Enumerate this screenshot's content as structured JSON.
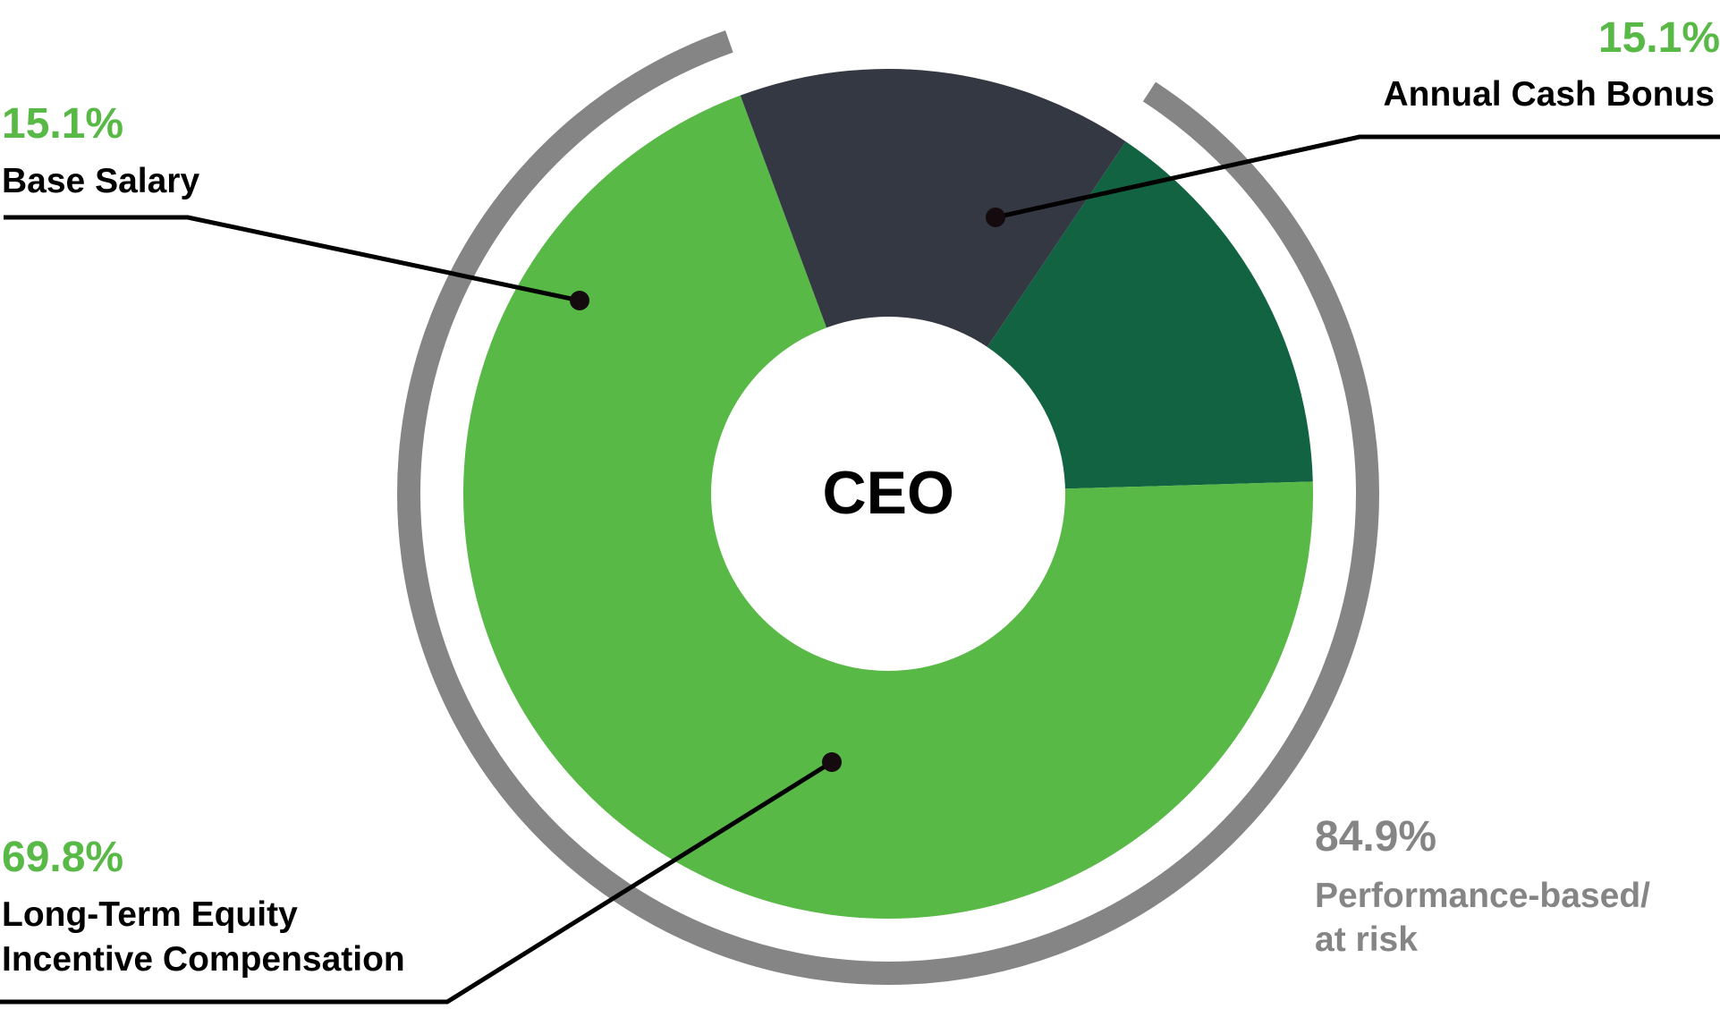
{
  "chart_data": {
    "type": "pie",
    "center_label": "CEO",
    "slices": [
      {
        "label": "Annual Cash Bonus",
        "value": 15.1,
        "value_label": "15.1%",
        "color": "#116341"
      },
      {
        "label": "Long-Term Equity Incentive Compensation",
        "label_lines": [
          "Long-Term Equity",
          "Incentive Compensation"
        ],
        "value": 69.8,
        "value_label": "69.8%",
        "color": "#58b947"
      },
      {
        "label": "Base Salary",
        "value": 15.1,
        "value_label": "15.1%",
        "color": "#343842"
      }
    ],
    "group_annotation": {
      "value": 84.9,
      "value_label": "84.9%",
      "label": "Performance-based/ at risk",
      "label_lines": [
        "Performance-based/",
        "at risk"
      ],
      "color": "#858585",
      "covers": [
        "Annual Cash Bonus",
        "Long-Term Equity Incentive Compensation"
      ]
    },
    "value_label_color": "#58b947"
  }
}
